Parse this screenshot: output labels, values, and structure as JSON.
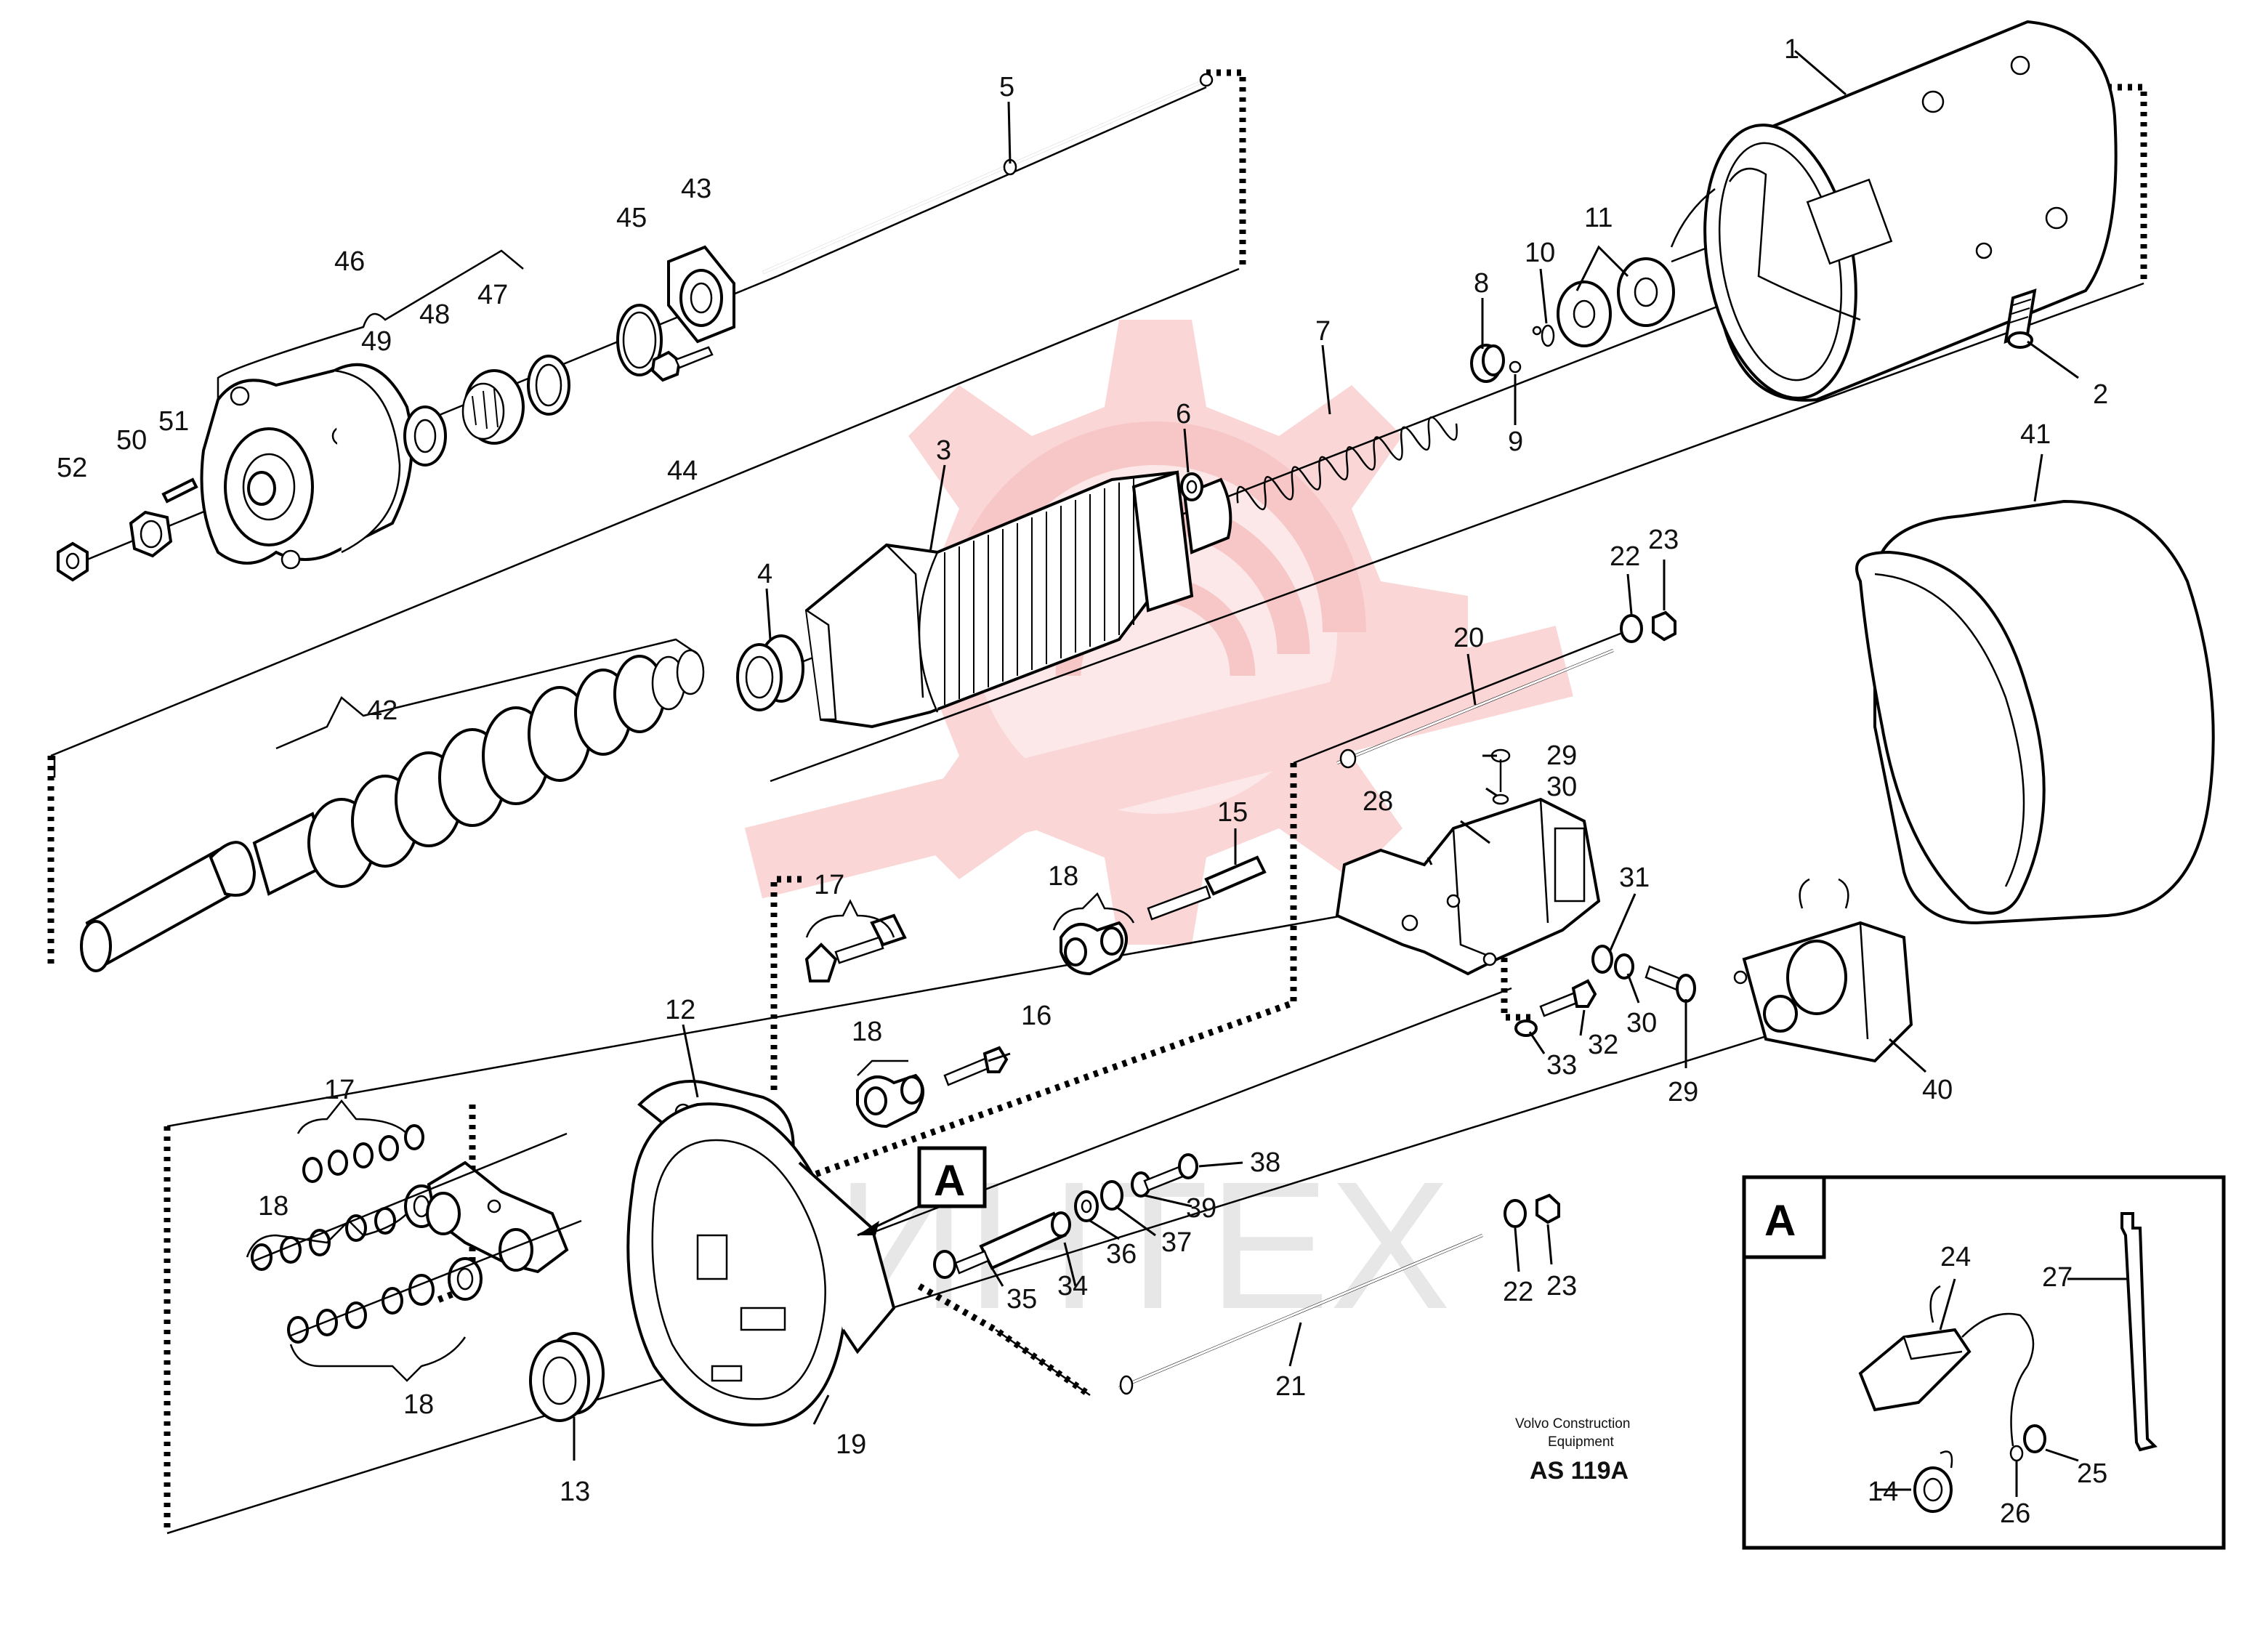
{
  "labels": {
    "p1": "1",
    "p2": "2",
    "p3": "3",
    "p4": "4",
    "p5": "5",
    "p6": "6",
    "p7": "7",
    "p8": "8",
    "p9": "9",
    "p10": "10",
    "p11": "11",
    "p12": "12",
    "p13": "13",
    "p14": "14",
    "p15": "15",
    "p16": "16",
    "p17a": "17",
    "p17b": "17",
    "p18a": "18",
    "p18b": "18",
    "p18c": "18",
    "p18d": "18",
    "p19": "19",
    "p20": "20",
    "p21": "21",
    "p22a": "22",
    "p22b": "22",
    "p23a": "23",
    "p23b": "23",
    "p24": "24",
    "p25": "25",
    "p26": "26",
    "p27": "27",
    "p28": "28",
    "p29a": "29",
    "p29b": "29",
    "p30a": "30",
    "p30b": "30",
    "p31": "31",
    "p32": "32",
    "p33": "33",
    "p34": "34",
    "p35": "35",
    "p36": "36",
    "p37": "37",
    "p38": "38",
    "p39": "39",
    "p40": "40",
    "p41": "41",
    "p42": "42",
    "p43": "43",
    "p44": "44",
    "p45": "45",
    "p46": "46",
    "p47": "47",
    "p48": "48",
    "p49": "49",
    "p50": "50",
    "p51": "51",
    "p52": "52"
  },
  "detail_ref_label": "A",
  "detail_box_label": "A",
  "footer": {
    "line1": "Volvo Construction",
    "line2": "Equipment",
    "code": "AS 119A"
  },
  "watermark": {
    "text": "ИНТЕХ",
    "color": "#f4a6a6"
  }
}
